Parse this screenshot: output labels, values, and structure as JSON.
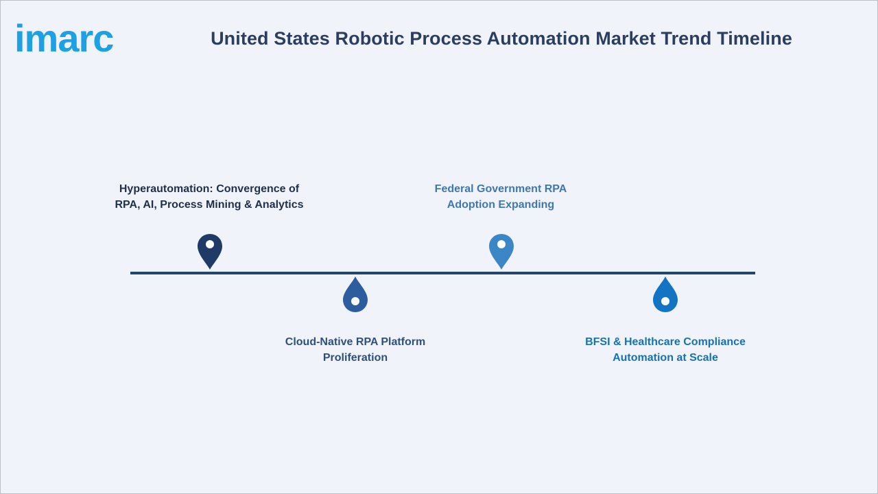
{
  "brand": {
    "logo_text": "imarc",
    "logo_color": "#1da1e2"
  },
  "title": "United States Robotic Process Automation Market Trend Timeline",
  "colors": {
    "background": "#f0f4fa",
    "title": "#2c3e5f",
    "axis": "#22466d"
  },
  "milestones": [
    {
      "line1": "Hyperautomation: Convergence of",
      "line2": "RPA, AI, Process Mining & Analytics",
      "label_color": "#1f2f4a",
      "pin_color": "#1f3a66",
      "icon": "location-pin-icon"
    },
    {
      "line1": "Cloud-Native RPA Platform",
      "line2": "Proliferation",
      "label_color": "#2f4f7f",
      "pin_color": "#2d5d9e",
      "icon": "drop-pin-icon"
    },
    {
      "line1": "Federal Government RPA",
      "line2": "Adoption Expanding",
      "label_color": "#3f78b0",
      "pin_color": "#3d86c6",
      "icon": "location-pin-icon"
    },
    {
      "line1": "BFSI & Healthcare Compliance",
      "line2": "Automation at Scale",
      "label_color": "#1771b5",
      "pin_color": "#1474c4",
      "icon": "drop-pin-icon"
    }
  ]
}
